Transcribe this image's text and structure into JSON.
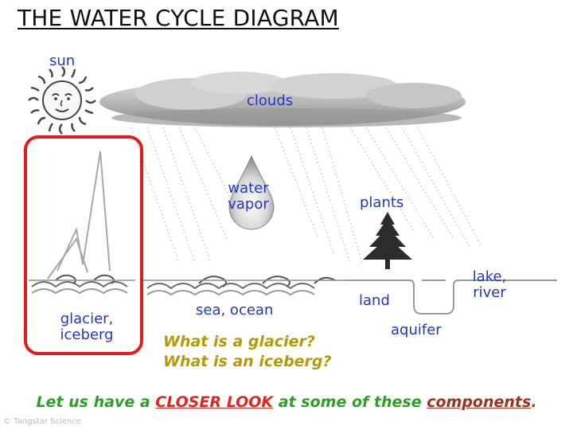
{
  "title": "THE WATER CYCLE DIAGRAM",
  "labels": {
    "sun": "sun",
    "clouds": "clouds",
    "water_vapor_line1": "water",
    "water_vapor_line2": "vapor",
    "plants": "plants",
    "lake_line1": "lake,",
    "lake_line2": "river",
    "land": "land",
    "aquifer": "aquifer",
    "glacier_line1": "glacier,",
    "glacier_line2": "iceberg",
    "sea": "sea, ocean"
  },
  "question": {
    "line1": "What is a glacier?",
    "line2": "What is an iceberg?"
  },
  "footer": {
    "part1": "Let us have a ",
    "highlight": "CLOSER LOOK",
    "part2": " at some of these ",
    "components": "components",
    "end": "."
  },
  "credit": "© Tangstar Science",
  "colors": {
    "label_blue": "#2236c6",
    "question_gold": "#b59a06",
    "footer_green": "#2e9e28",
    "highlight_red": "#e0261e",
    "box_red": "#e41b1b"
  }
}
